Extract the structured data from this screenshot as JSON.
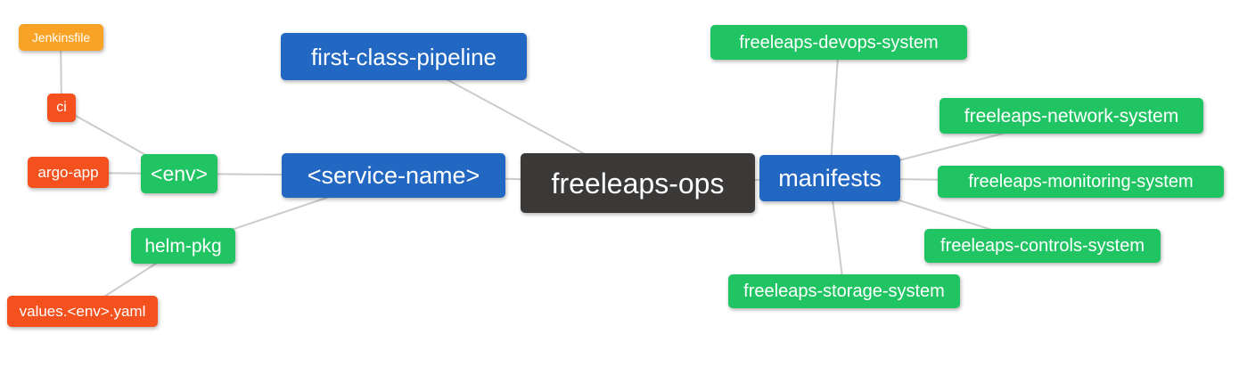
{
  "diagram": {
    "title": "freeleaps-ops mind map",
    "root_label": "freeleaps-ops",
    "colors": {
      "background": "#FFFFFF",
      "edge": "#CCCCCC",
      "text": "#FFFFFF",
      "blue": "#2267C2",
      "green": "#21C463",
      "red_orange": "#F4511E",
      "amber": "#F9A326",
      "dark": "#3B3838"
    }
  },
  "nodes": {
    "jenkinsfile": {
      "label": "Jenkinsfile"
    },
    "ci": {
      "label": "ci"
    },
    "argo_app": {
      "label": "argo-app"
    },
    "env": {
      "label": "<env>"
    },
    "helm_pkg": {
      "label": "helm-pkg"
    },
    "values_yaml": {
      "label": "values.<env>.yaml"
    },
    "first_class_pipeline": {
      "label": "first-class-pipeline"
    },
    "service_name": {
      "label": "<service-name>"
    },
    "freeleaps_ops": {
      "label": "freeleaps-ops"
    },
    "manifests": {
      "label": "manifests"
    },
    "devops_system": {
      "label": "freeleaps-devops-system"
    },
    "network_system": {
      "label": "freeleaps-network-system"
    },
    "monitoring_system": {
      "label": "freeleaps-monitoring-system"
    },
    "controls_system": {
      "label": "freeleaps-controls-system"
    },
    "storage_system": {
      "label": "freeleaps-storage-system"
    }
  },
  "edges": [
    "Jenkinsfile - ci",
    "ci - <env>",
    "argo-app - <env>",
    "<env> - <service-name>",
    "helm-pkg - <service-name>",
    "values.<env>.yaml - helm-pkg",
    "first-class-pipeline - freeleaps-ops",
    "<service-name> - freeleaps-ops",
    "freeleaps-ops - manifests",
    "manifests - freeleaps-devops-system",
    "manifests - freeleaps-network-system",
    "manifests - freeleaps-monitoring-system",
    "manifests - freeleaps-controls-system",
    "manifests - freeleaps-storage-system"
  ]
}
